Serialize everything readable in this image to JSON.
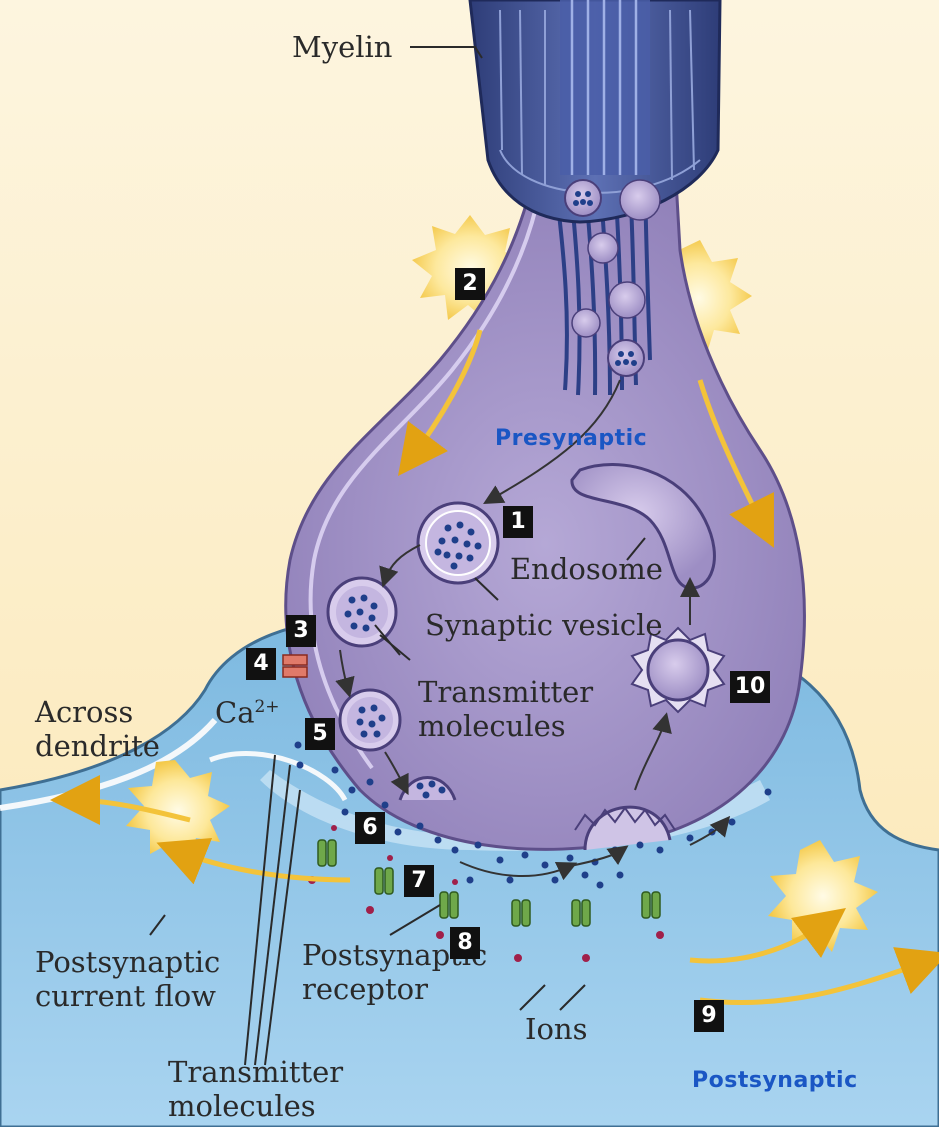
{
  "labels": {
    "myelin": "Myelin",
    "presynaptic": "Presynaptic",
    "postsynaptic": "Postsynaptic",
    "endosome": "Endosome",
    "synaptic_vesicle": "Synaptic vesicle",
    "transmitter_molecules_top_1": "Transmitter",
    "transmitter_molecules_top_2": "molecules",
    "transmitter_molecules_bottom_1": "Transmitter",
    "transmitter_molecules_bottom_2": "molecules",
    "ca_base": "Ca",
    "ca_charge": "2+",
    "across_dendrite_1": "Across",
    "across_dendrite_2": "dendrite",
    "postsynaptic_current_1": "Postsynaptic",
    "postsynaptic_current_2": "current flow",
    "postsynaptic_receptor_1": "Postsynaptic",
    "postsynaptic_receptor_2": "receptor",
    "ions": "Ions"
  },
  "steps": [
    "1",
    "2",
    "3",
    "4",
    "5",
    "6",
    "7",
    "8",
    "9",
    "10"
  ],
  "colors": {
    "background": "#fdf3d8",
    "axon_terminal": "#a99ac8",
    "myelin": "#4b5c9c",
    "postsynaptic_cell": "#8ec6e6",
    "transmitter": "#1f3f8a",
    "receptor": "#6fa84a",
    "ion": "#a0204a",
    "current_arrow": "#f3c33a",
    "label_blue": "#1a56c4"
  }
}
